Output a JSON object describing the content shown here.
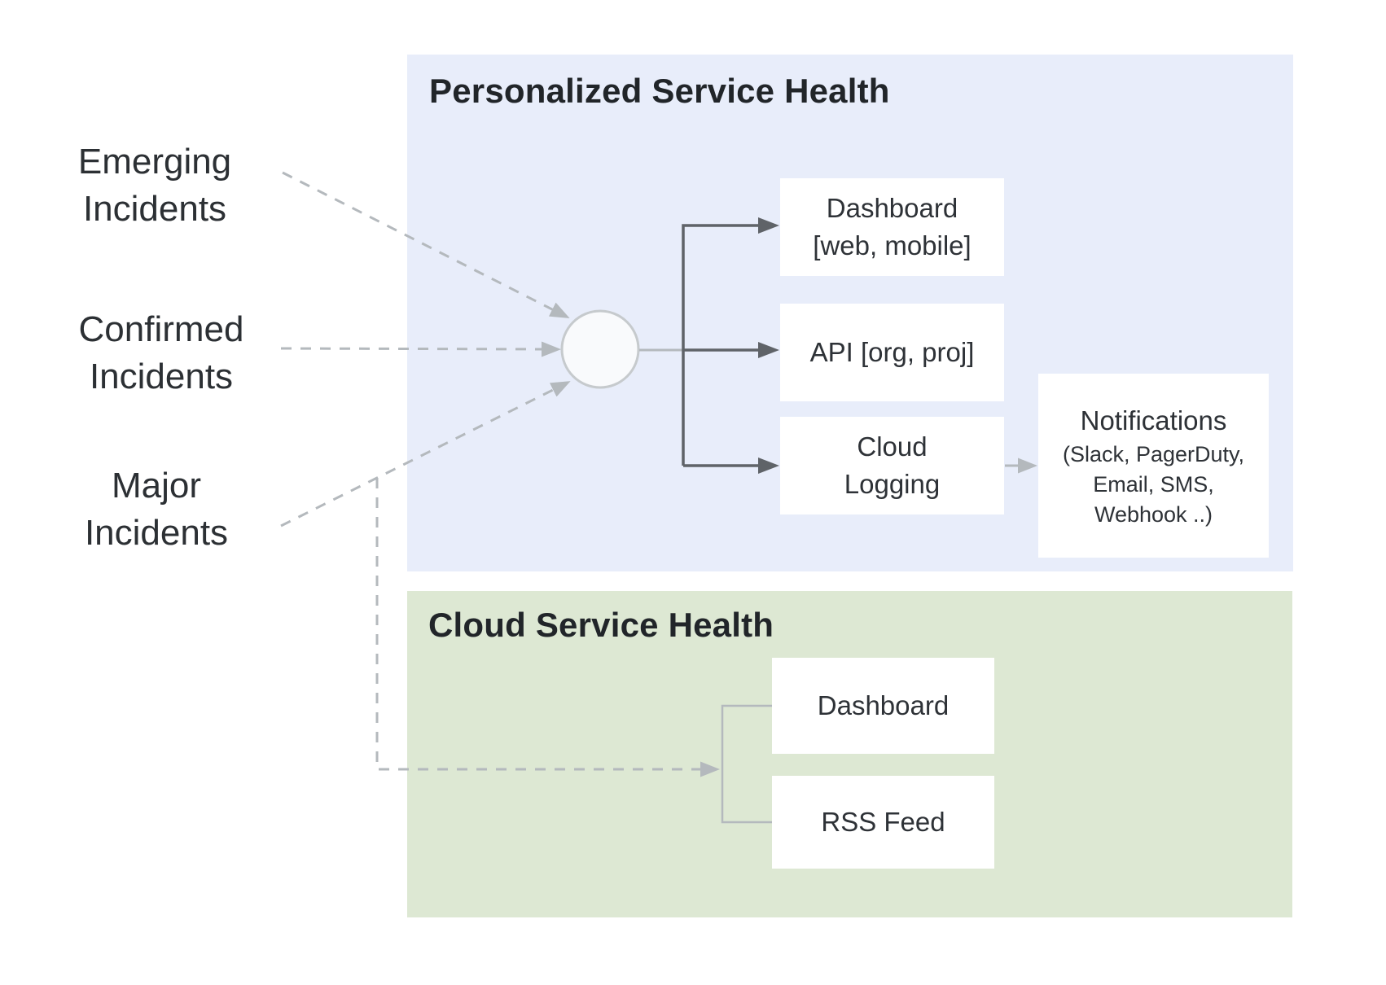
{
  "panels": {
    "personalized": {
      "title": "Personalized Service Health",
      "bg_color": "#e8edfa"
    },
    "cloud": {
      "title": "Cloud Service Health",
      "bg_color": "#dde8d3"
    }
  },
  "sources": [
    {
      "label": "Emerging Incidents"
    },
    {
      "label": "Confirmed Incidents"
    },
    {
      "label": "Major Incidents"
    }
  ],
  "personalized_outputs": {
    "dashboard": {
      "lines": [
        "Dashboard",
        "[web, mobile]"
      ]
    },
    "api": {
      "label": "API [org, proj]"
    },
    "cloud_logging": {
      "lines": [
        "Cloud",
        "Logging"
      ]
    },
    "notifications": {
      "title": "Notifications",
      "lines": [
        "(Slack, PagerDuty,",
        "Email, SMS,",
        "Webhook ..)"
      ]
    }
  },
  "cloud_outputs": {
    "dashboard": {
      "label": "Dashboard"
    },
    "rss": {
      "label": "RSS Feed"
    }
  },
  "colors": {
    "personalized_panel_bg": "#e8edfa",
    "cloud_panel_bg": "#dde8d3",
    "node_bg": "#ffffff",
    "dark_arrow": "#5f6368",
    "light_line": "#b4b9bd",
    "circle_fill": "#f9fafc",
    "circle_stroke": "#c6cacd",
    "title_text": "#212529",
    "body_text": "#2e3237"
  }
}
